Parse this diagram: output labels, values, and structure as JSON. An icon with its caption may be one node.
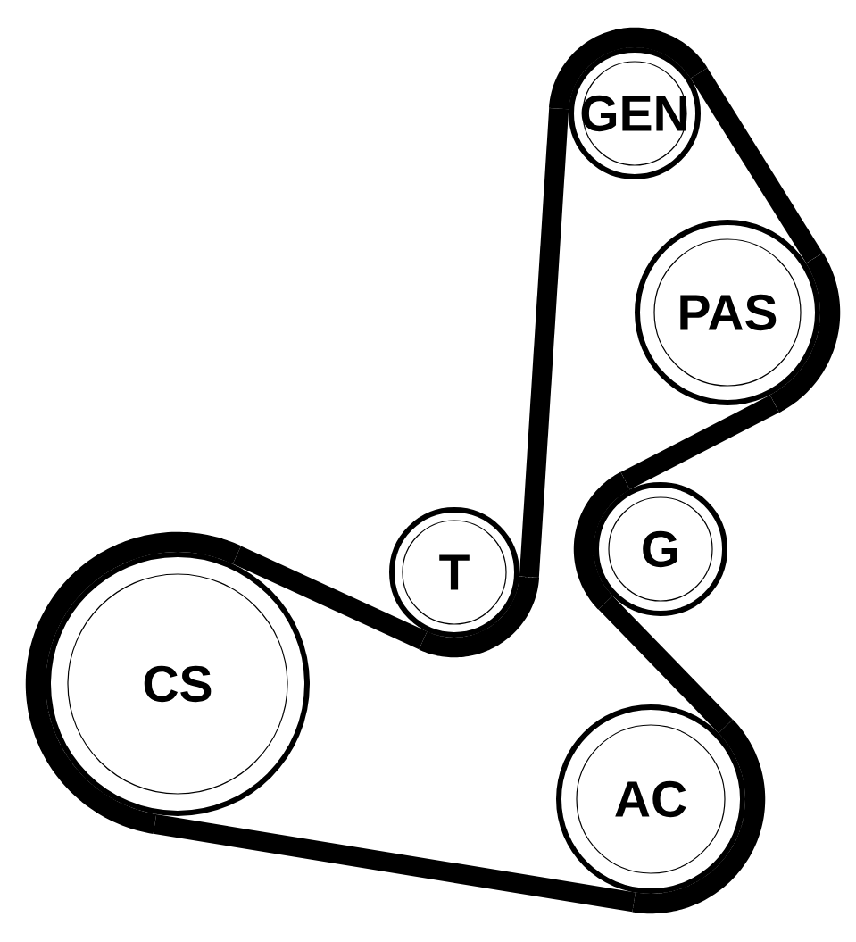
{
  "diagram": {
    "nodes": [
      {
        "text": [
          "GEN"
        ]
      },
      {
        "text": [
          "PAS"
        ]
      },
      {
        "text": [
          "G"
        ]
      },
      {
        "text": [
          "T"
        ]
      },
      {
        "text": [
          "CS"
        ]
      },
      {
        "text": [
          "AC"
        ]
      }
    ],
    "edges": [
      {
        "from": 0,
        "to": 1,
        "arrow": "none"
      },
      {
        "from": 1,
        "to": 2,
        "arrow": "none"
      },
      {
        "from": 2,
        "to": 5,
        "arrow": "none"
      },
      {
        "from": 5,
        "to": 4,
        "arrow": "none"
      },
      {
        "from": 4,
        "to": 3,
        "arrow": "none"
      },
      {
        "from": 3,
        "to": 0,
        "arrow": "none"
      }
    ]
  }
}
